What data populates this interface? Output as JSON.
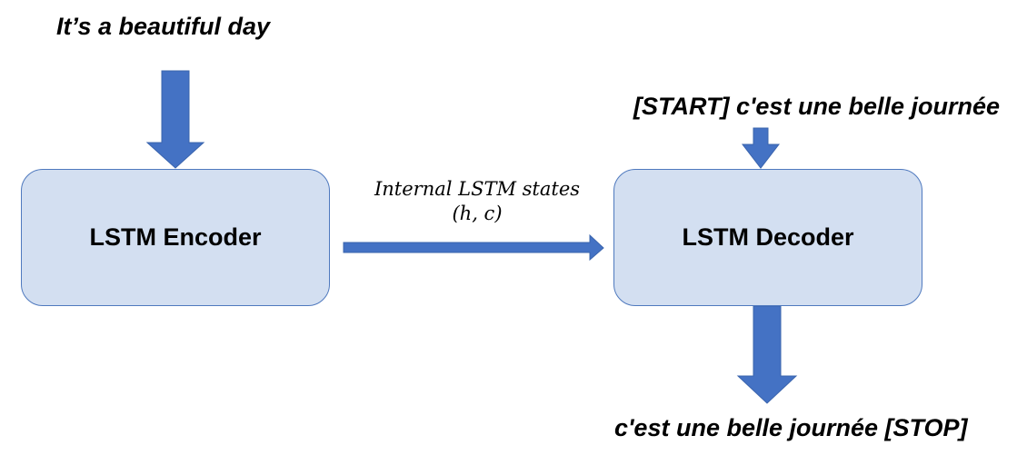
{
  "diagram": {
    "encoder_input": "It’s a beautiful day",
    "encoder": {
      "label": "LSTM Encoder"
    },
    "transfer": {
      "line1": "Internal LSTM states",
      "line2": "(h, c)"
    },
    "decoder_input": "[START] c'est une belle journée",
    "decoder": {
      "label": "LSTM Decoder"
    },
    "decoder_output": "c'est une belle journée [STOP]"
  },
  "colors": {
    "arrow": "#4472c4",
    "box_fill": "#d3dff1",
    "box_border": "#4f79be"
  }
}
